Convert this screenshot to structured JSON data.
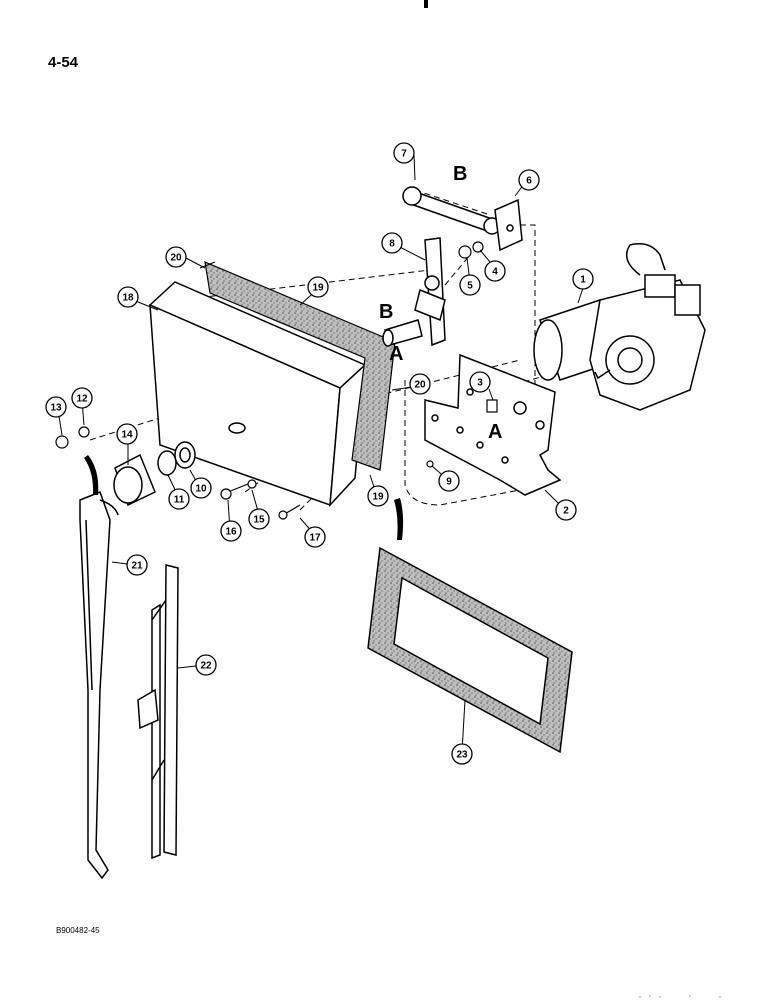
{
  "page": {
    "number": "4-54",
    "figure_code": "B900482-45"
  },
  "callouts": [
    {
      "id": "c1",
      "label": "1"
    },
    {
      "id": "c2",
      "label": "2"
    },
    {
      "id": "c3",
      "label": "3"
    },
    {
      "id": "c4",
      "label": "4"
    },
    {
      "id": "c5",
      "label": "5"
    },
    {
      "id": "c6",
      "label": "6"
    },
    {
      "id": "c7",
      "label": "7"
    },
    {
      "id": "c8",
      "label": "8"
    },
    {
      "id": "c9",
      "label": "9"
    },
    {
      "id": "c10",
      "label": "10"
    },
    {
      "id": "c11",
      "label": "11"
    },
    {
      "id": "c12",
      "label": "12"
    },
    {
      "id": "c13",
      "label": "13"
    },
    {
      "id": "c14",
      "label": "14"
    },
    {
      "id": "c15",
      "label": "15"
    },
    {
      "id": "c16",
      "label": "16"
    },
    {
      "id": "c17",
      "label": "17"
    },
    {
      "id": "c18",
      "label": "18"
    },
    {
      "id": "c19a",
      "label": "19"
    },
    {
      "id": "c19b",
      "label": "19"
    },
    {
      "id": "c20a",
      "label": "20"
    },
    {
      "id": "c20b",
      "label": "20"
    },
    {
      "id": "c21",
      "label": "21"
    },
    {
      "id": "c22",
      "label": "22"
    },
    {
      "id": "c23",
      "label": "23"
    }
  ],
  "reference_letters": [
    {
      "id": "B1",
      "label": "B"
    },
    {
      "id": "B2",
      "label": "B"
    },
    {
      "id": "A1",
      "label": "A"
    },
    {
      "id": "A2",
      "label": "A"
    }
  ]
}
